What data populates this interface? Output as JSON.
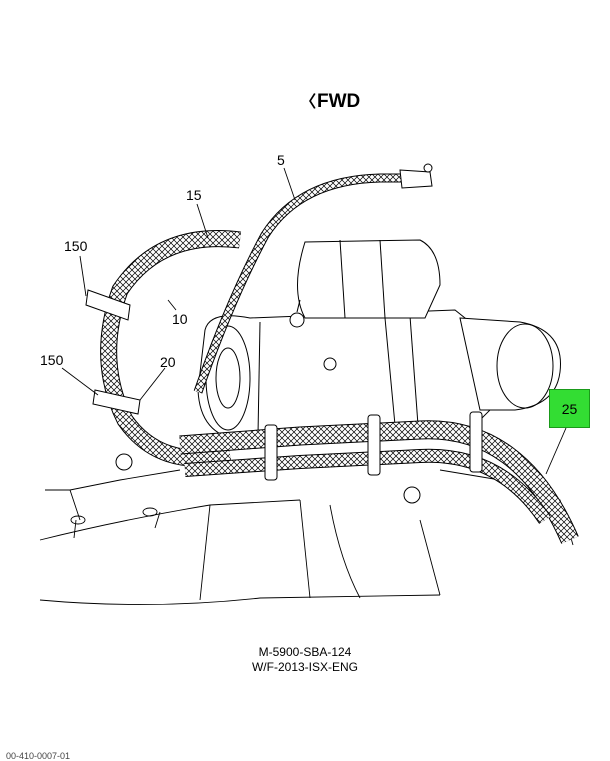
{
  "orientation": {
    "arrow": "〈",
    "label": "FWD"
  },
  "callouts": [
    {
      "id": "5",
      "label": "5"
    },
    {
      "id": "15",
      "label": "15"
    },
    {
      "id": "150a",
      "label": "150"
    },
    {
      "id": "10",
      "label": "10"
    },
    {
      "id": "150b",
      "label": "150"
    },
    {
      "id": "20",
      "label": "20"
    },
    {
      "id": "25",
      "label": "25",
      "highlighted": true
    }
  ],
  "caption": {
    "line1": "M-5900-SBA-124",
    "line2": "W/F-2013-ISX-ENG"
  },
  "footer": "00-410-0007-01",
  "colors": {
    "highlight": "#33dd33",
    "linework": "#000000"
  }
}
